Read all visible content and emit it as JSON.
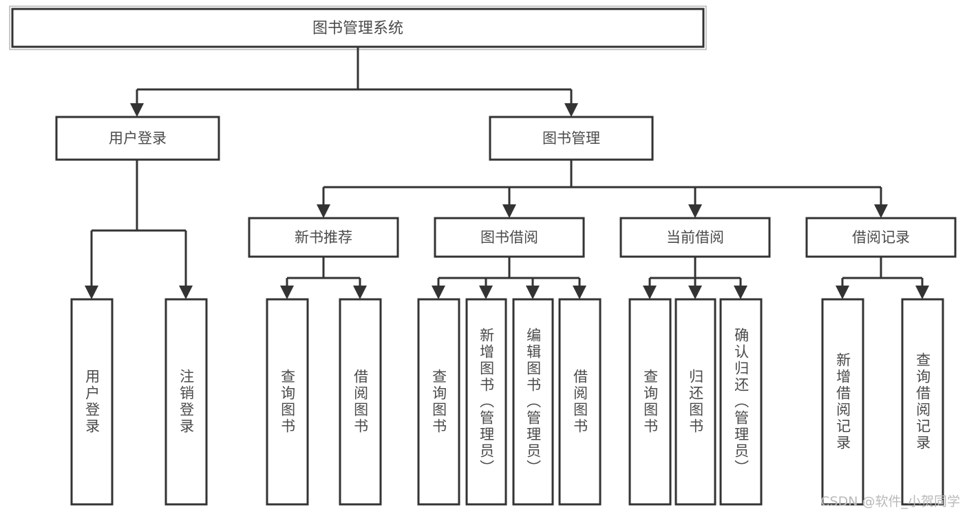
{
  "diagram": {
    "title": "图书管理系统",
    "type": "tree",
    "watermark": "CSDN @软件_小贺同学",
    "colors": {
      "box_stroke": "#333333",
      "box_fill": "#ffffff",
      "link": "#333333",
      "text": "#4a4a4a",
      "watermark": "#b9b9b9",
      "background": "#ffffff"
    },
    "root": {
      "label": "图书管理系统"
    },
    "level1": [
      {
        "label": "用户登录"
      },
      {
        "label": "图书管理"
      }
    ],
    "level2": [
      {
        "label": "新书推荐"
      },
      {
        "label": "图书借阅"
      },
      {
        "label": "当前借阅"
      },
      {
        "label": "借阅记录"
      }
    ],
    "leaves": {
      "user_login": [
        {
          "label": "用户登录"
        },
        {
          "label": "注销登录"
        }
      ],
      "new_book_recommend": [
        {
          "label": "查询图书"
        },
        {
          "label": "借阅图书"
        }
      ],
      "book_borrow": [
        {
          "label": "查询图书"
        },
        {
          "label": "新增图书（管理员）"
        },
        {
          "label": "编辑图书（管理员）"
        },
        {
          "label": "借阅图书"
        }
      ],
      "current_borrow": [
        {
          "label": "查询图书"
        },
        {
          "label": "归还图书"
        },
        {
          "label": "确认归还（管理员）"
        }
      ],
      "borrow_record": [
        {
          "label": "新增借阅记录"
        },
        {
          "label": "查询借阅记录"
        }
      ]
    }
  }
}
